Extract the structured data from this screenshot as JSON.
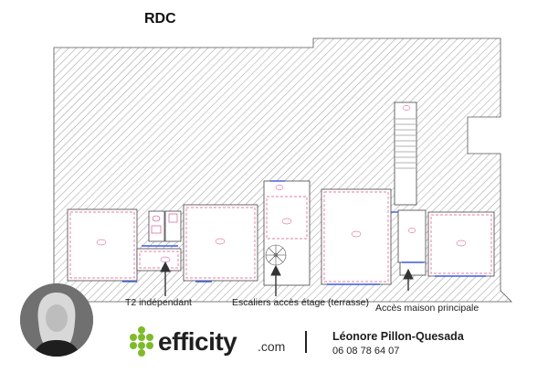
{
  "floor_label": "RDC",
  "annotations": {
    "t2": "T2 indépendant",
    "stairs": "Escaliers accès étage (terrasse)",
    "main_access": "Accès maison principale"
  },
  "brand": {
    "word": "efficity",
    "tld": ".com",
    "dot_color": "#7dbb2a"
  },
  "agent": {
    "name": "Léonore Pillon-Quesada",
    "phone": "06 08 78 64 07"
  },
  "colors": {
    "hatch": "#9a9a9a",
    "room_wall": "#e0508a",
    "window": "#3b5bdb",
    "callout_arrow": "#333333"
  }
}
